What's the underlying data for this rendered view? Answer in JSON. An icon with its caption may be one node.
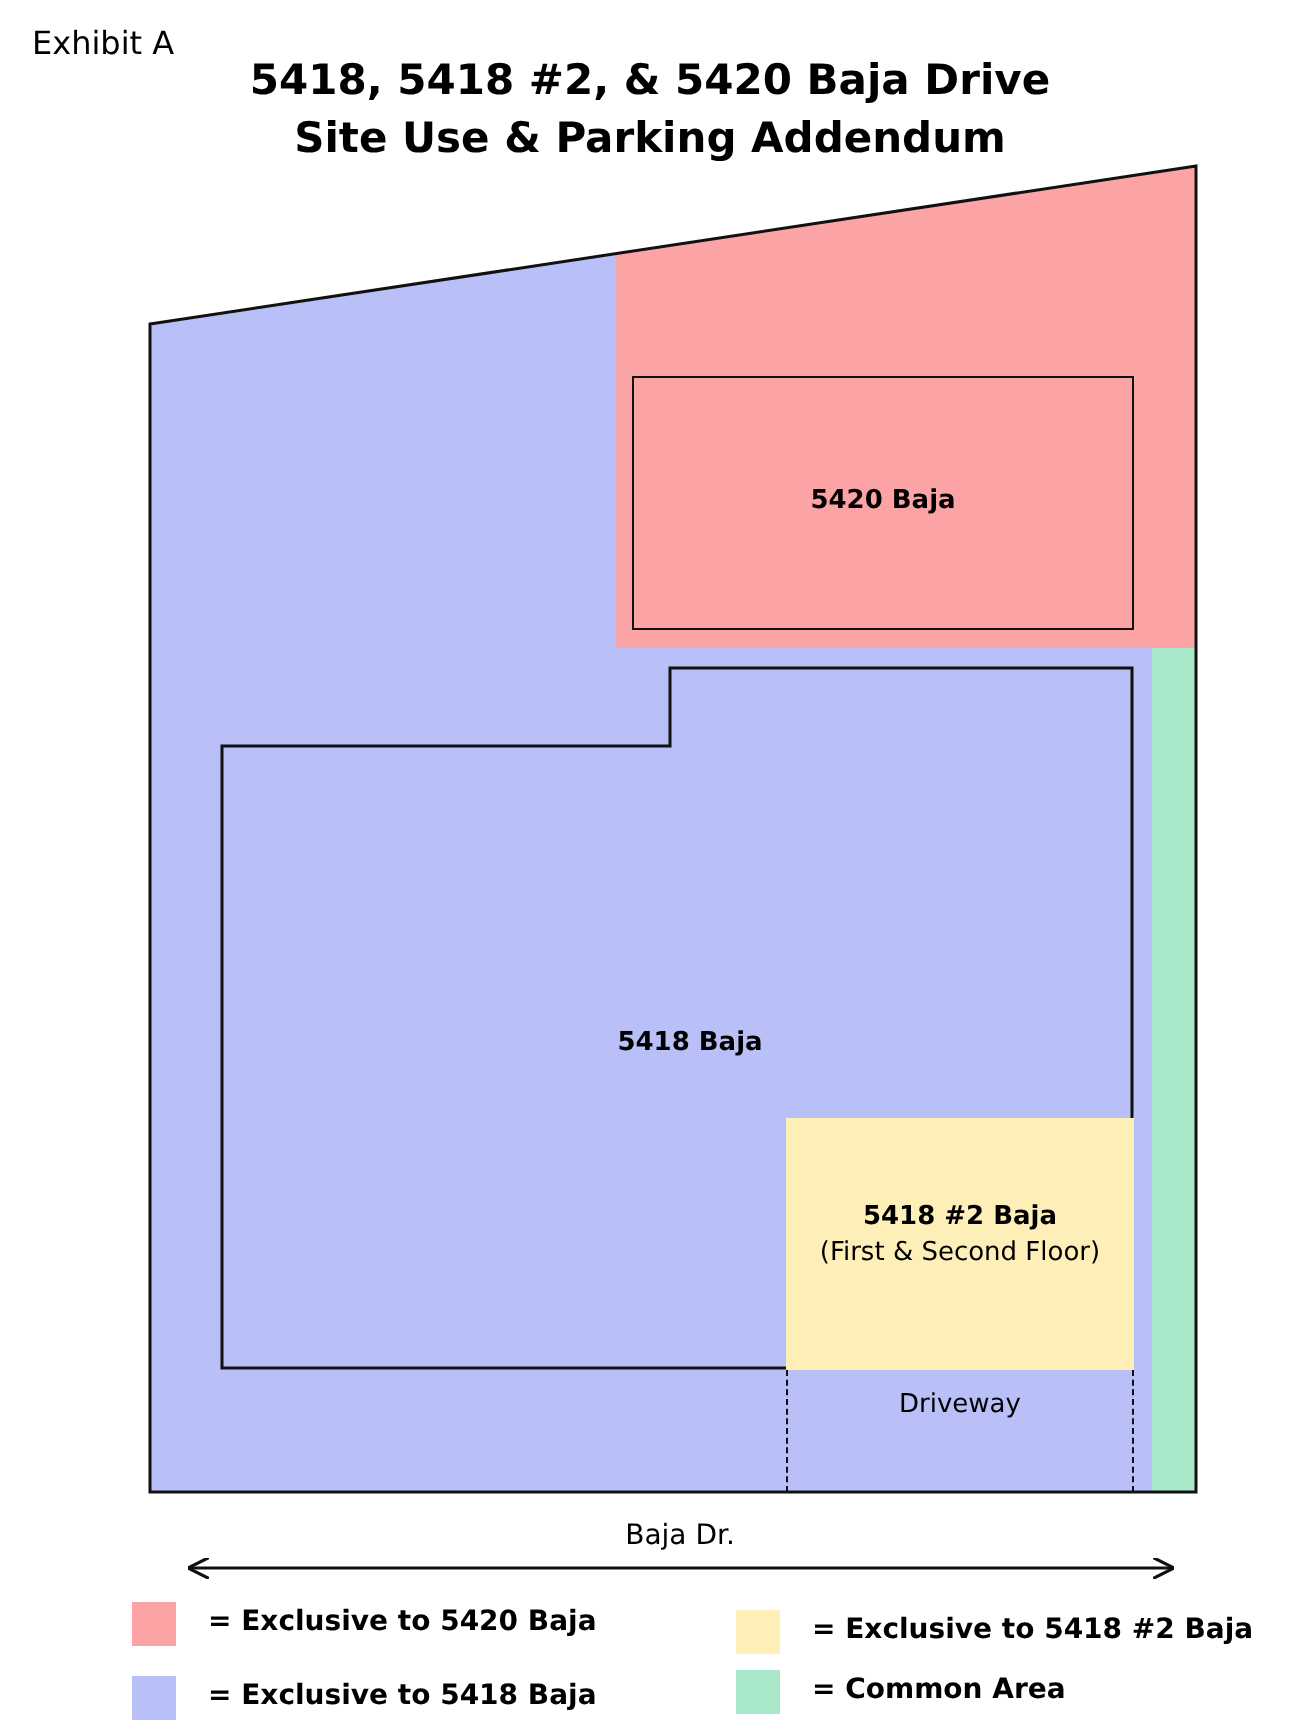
{
  "diagram": {
    "title": "5418, 5418 #2, & 5420 Baja Drive Site Use & Parking Addendum",
    "nodes": [
      {
        "text": [
          "5420 Baja"
        ]
      },
      {
        "text": [
          "5418 Baja"
        ]
      },
      {
        "text": [
          "5418 #2 Baja",
          "(First & Second Floor)"
        ],
        "in": 1
      },
      {
        "text": [
          "Driveway"
        ]
      }
    ],
    "edges": [],
    "labels": [
      "Exhibit A",
      "Baja Dr."
    ],
    "legend": [
      {
        "text": "= Exclusive to 5420 Baja",
        "color": "#fca3a6"
      },
      {
        "text": "= Exclusive to 5418 #2 Baja",
        "color": "#fdefb7"
      },
      {
        "text": "= Exclusive to 5418 Baja",
        "color": "#b9c0f7"
      },
      {
        "text": "= Common Area",
        "color": "#a9e9c9"
      }
    ]
  }
}
